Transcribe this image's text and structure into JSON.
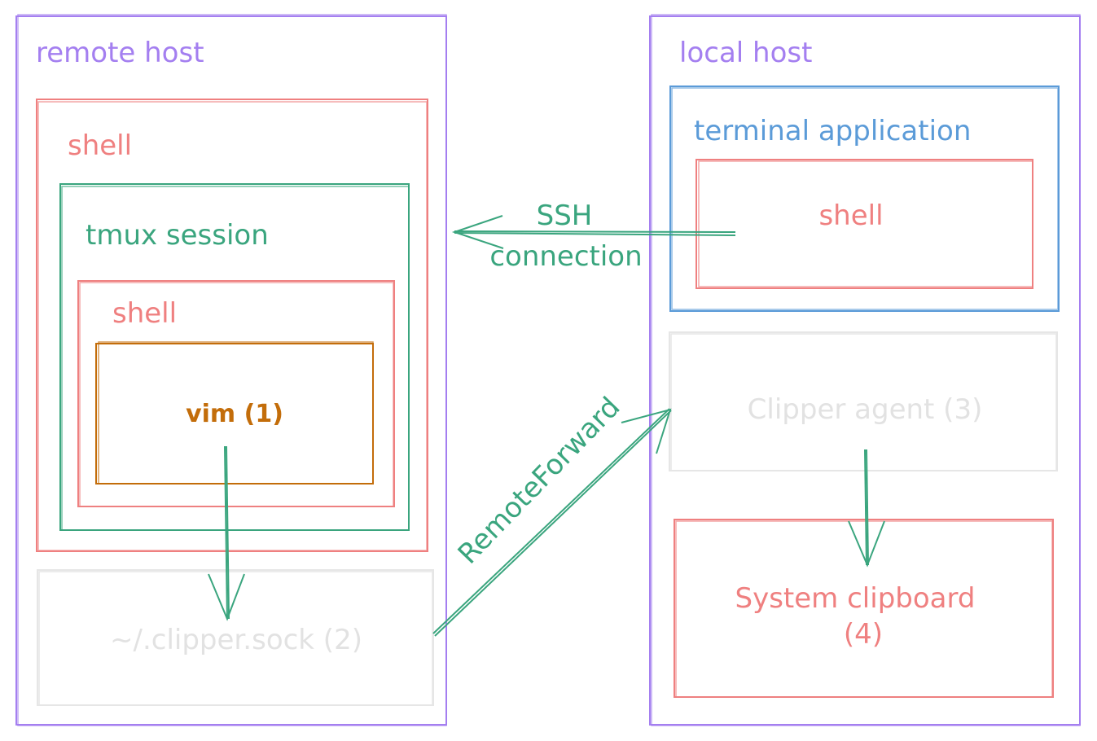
{
  "colors": {
    "host": "#a47ff0",
    "shell": "#ef8080",
    "tmux": "#3aa57e",
    "vim": "#c36d0a",
    "terminal": "#5b9bd8",
    "faint": "#e6e6e6",
    "arrow": "#3aa57e"
  },
  "remote": {
    "title": "remote host",
    "shell_outer": "shell",
    "tmux": "tmux session",
    "shell_inner": "shell",
    "vim": "vim (1)",
    "socket": "~/.clipper.sock (2)"
  },
  "local": {
    "title": "local host",
    "terminal": "terminal application",
    "shell": "shell",
    "agent": "Clipper agent (3)",
    "clipboard_line1": "System clipboard",
    "clipboard_line2": "(4)"
  },
  "arrows": {
    "ssh_line1": "SSH",
    "ssh_line2": "connection",
    "remote_forward": "RemoteForward"
  }
}
